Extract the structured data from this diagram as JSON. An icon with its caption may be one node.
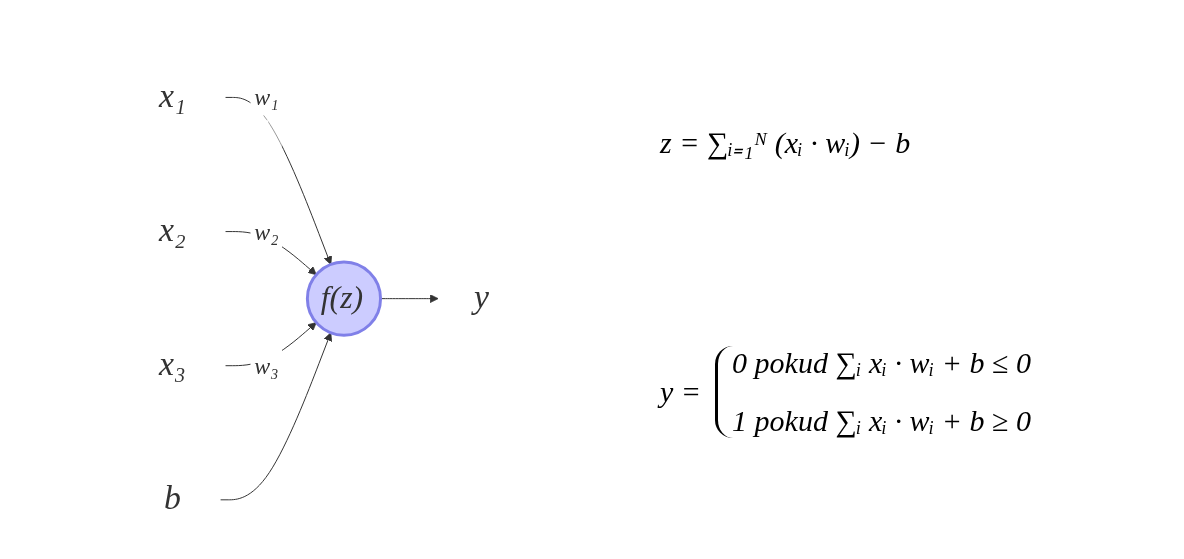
{
  "diagram": {
    "nodes": [
      {
        "text": [
          "x₁"
        ]
      },
      {
        "text": [
          "x₂"
        ]
      },
      {
        "text": [
          "x₃"
        ]
      },
      {
        "text": [
          "b"
        ]
      },
      {
        "text": [
          "f(z)"
        ]
      },
      {
        "text": [
          "y"
        ]
      }
    ],
    "edges": [
      {
        "from": 0,
        "to": 4,
        "arrow": "to",
        "label": "w₁"
      },
      {
        "from": 1,
        "to": 4,
        "arrow": "to",
        "label": "w₂"
      },
      {
        "from": 2,
        "to": 4,
        "arrow": "to",
        "label": "w₃"
      },
      {
        "from": 3,
        "to": 4,
        "arrow": "to"
      },
      {
        "from": 4,
        "to": 5,
        "arrow": "to"
      }
    ],
    "labels": [
      "z = ∑ᵢ₌₁ᴺ (xᵢ · wᵢ) − b",
      "y =",
      "0 pokud ∑ᵢ xᵢ · wᵢ + b ≤ 0",
      "1 pokud ∑ᵢ xᵢ · wᵢ + b ≥ 0"
    ]
  }
}
